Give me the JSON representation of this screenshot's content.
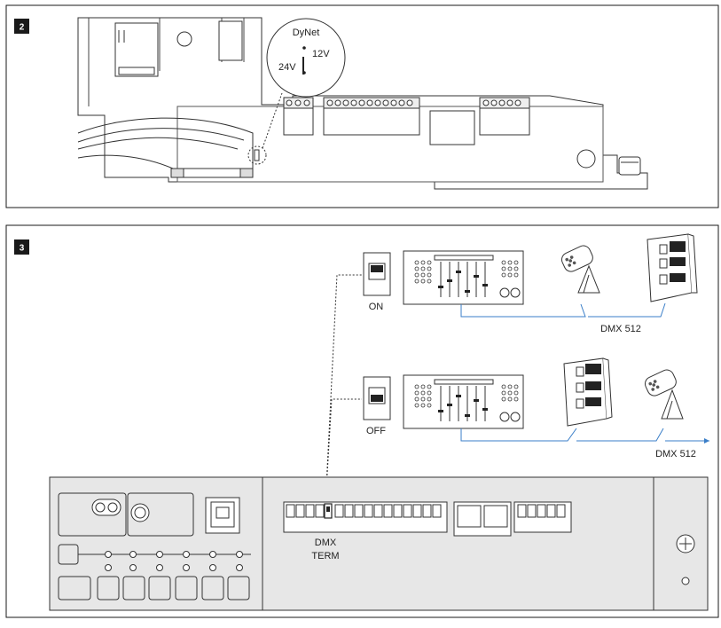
{
  "panel_top": {
    "number": "2"
  },
  "callout": {
    "title": "DyNet",
    "label_12v": "12V",
    "label_24v": "24V"
  },
  "panel_bottom": {
    "number": "3",
    "switch_on_label": "ON",
    "switch_off_label": "OFF",
    "dmx_label_top": "DMX 512",
    "dmx_label_bottom": "DMX 512",
    "term_label_line1": "DMX",
    "term_label_line2": "TERM"
  },
  "colors": {
    "line": "#1a1a1a",
    "dmx_wire": "#3a7ec8",
    "panel_fill": "#e7e7e7",
    "badge": "#1a1a1a"
  }
}
